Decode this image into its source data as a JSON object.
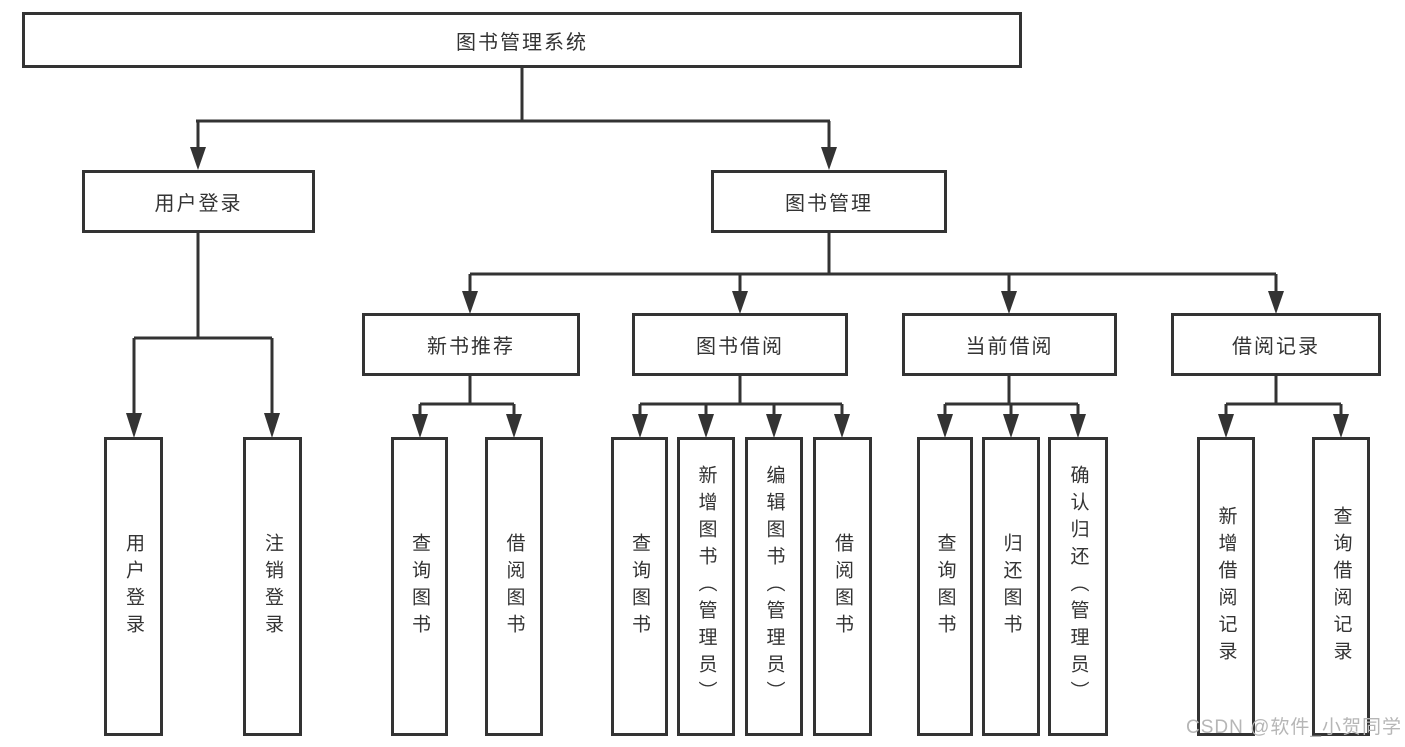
{
  "colors": {
    "line": "#333333",
    "text": "#333333",
    "background": "#ffffff",
    "watermark": "#b6b6b6"
  },
  "watermark": {
    "text": "CSDN @软件_小贺同学"
  },
  "diagram": {
    "tree": {
      "label": "图书管理系统",
      "children": [
        {
          "label": "用户登录",
          "children": [
            {
              "label": "用户登录"
            },
            {
              "label": "注销登录"
            }
          ]
        },
        {
          "label": "图书管理",
          "children": [
            {
              "label": "新书推荐",
              "children": [
                {
                  "label": "查询图书"
                },
                {
                  "label": "借阅图书"
                }
              ]
            },
            {
              "label": "图书借阅",
              "children": [
                {
                  "label": "查询图书"
                },
                {
                  "label": "新增图书（管理员）"
                },
                {
                  "label": "编辑图书（管理员）"
                },
                {
                  "label": "借阅图书"
                }
              ]
            },
            {
              "label": "当前借阅",
              "children": [
                {
                  "label": "查询图书"
                },
                {
                  "label": "归还图书"
                },
                {
                  "label": "确认归还（管理员）"
                }
              ]
            },
            {
              "label": "借阅记录",
              "children": [
                {
                  "label": "新增借阅记录"
                },
                {
                  "label": "查询借阅记录"
                }
              ]
            }
          ]
        }
      ]
    }
  }
}
